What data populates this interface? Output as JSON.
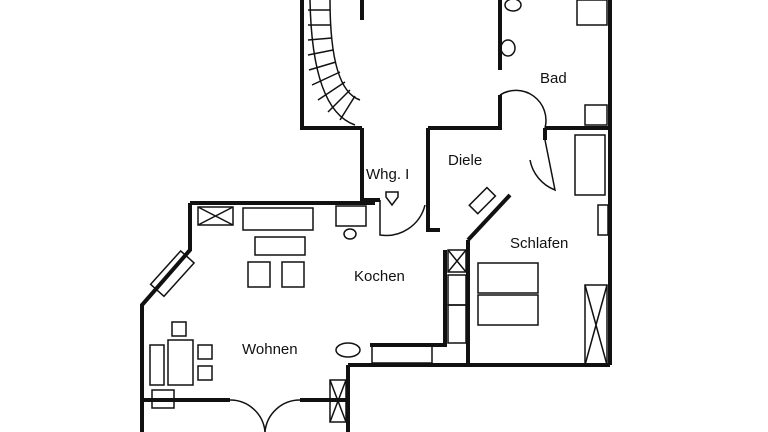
{
  "rooms": {
    "bad": "Bad",
    "whg": "Whg. I",
    "diele": "Diele",
    "schlafen": "Schlafen",
    "kochen": "Kochen",
    "wohnen": "Wohnen"
  }
}
